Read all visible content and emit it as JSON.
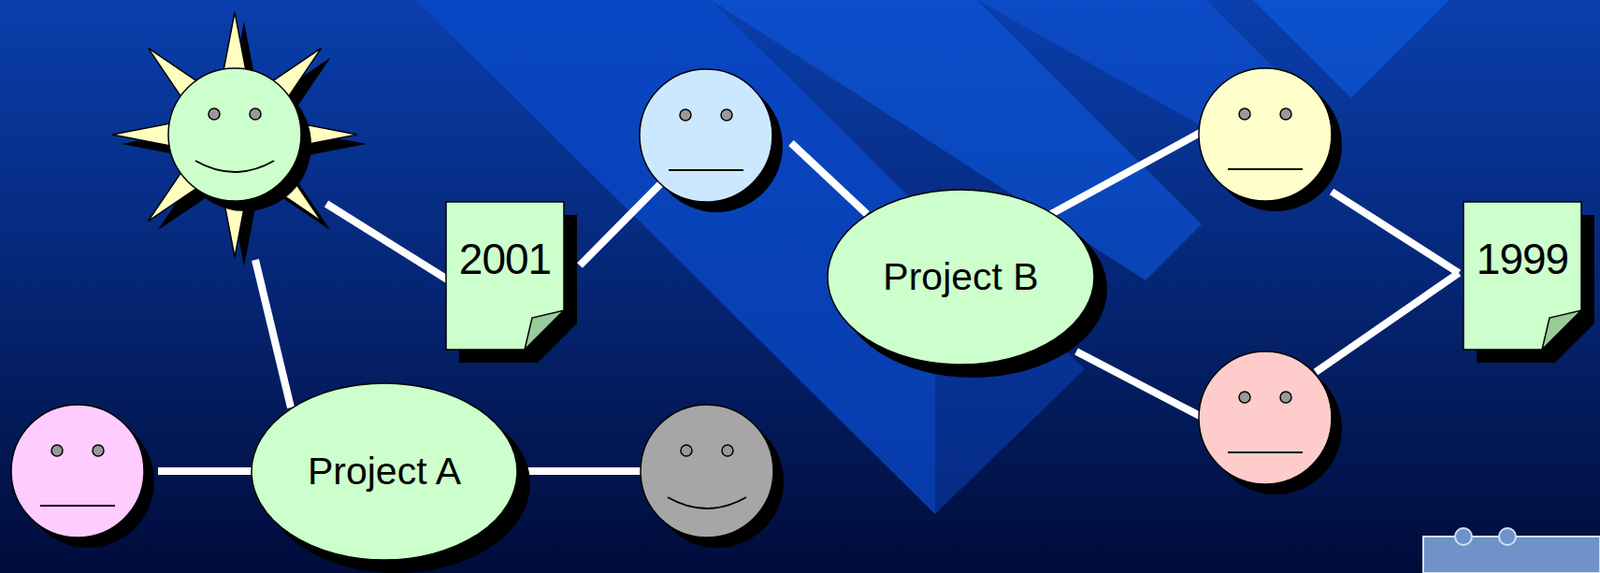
{
  "diagram": {
    "nodes": [
      {
        "text": [
          "2001"
        ]
      },
      {
        "text": [
          "Project B"
        ]
      },
      {
        "text": [
          "1999"
        ]
      },
      {
        "text": [
          "Project A"
        ]
      }
    ]
  }
}
